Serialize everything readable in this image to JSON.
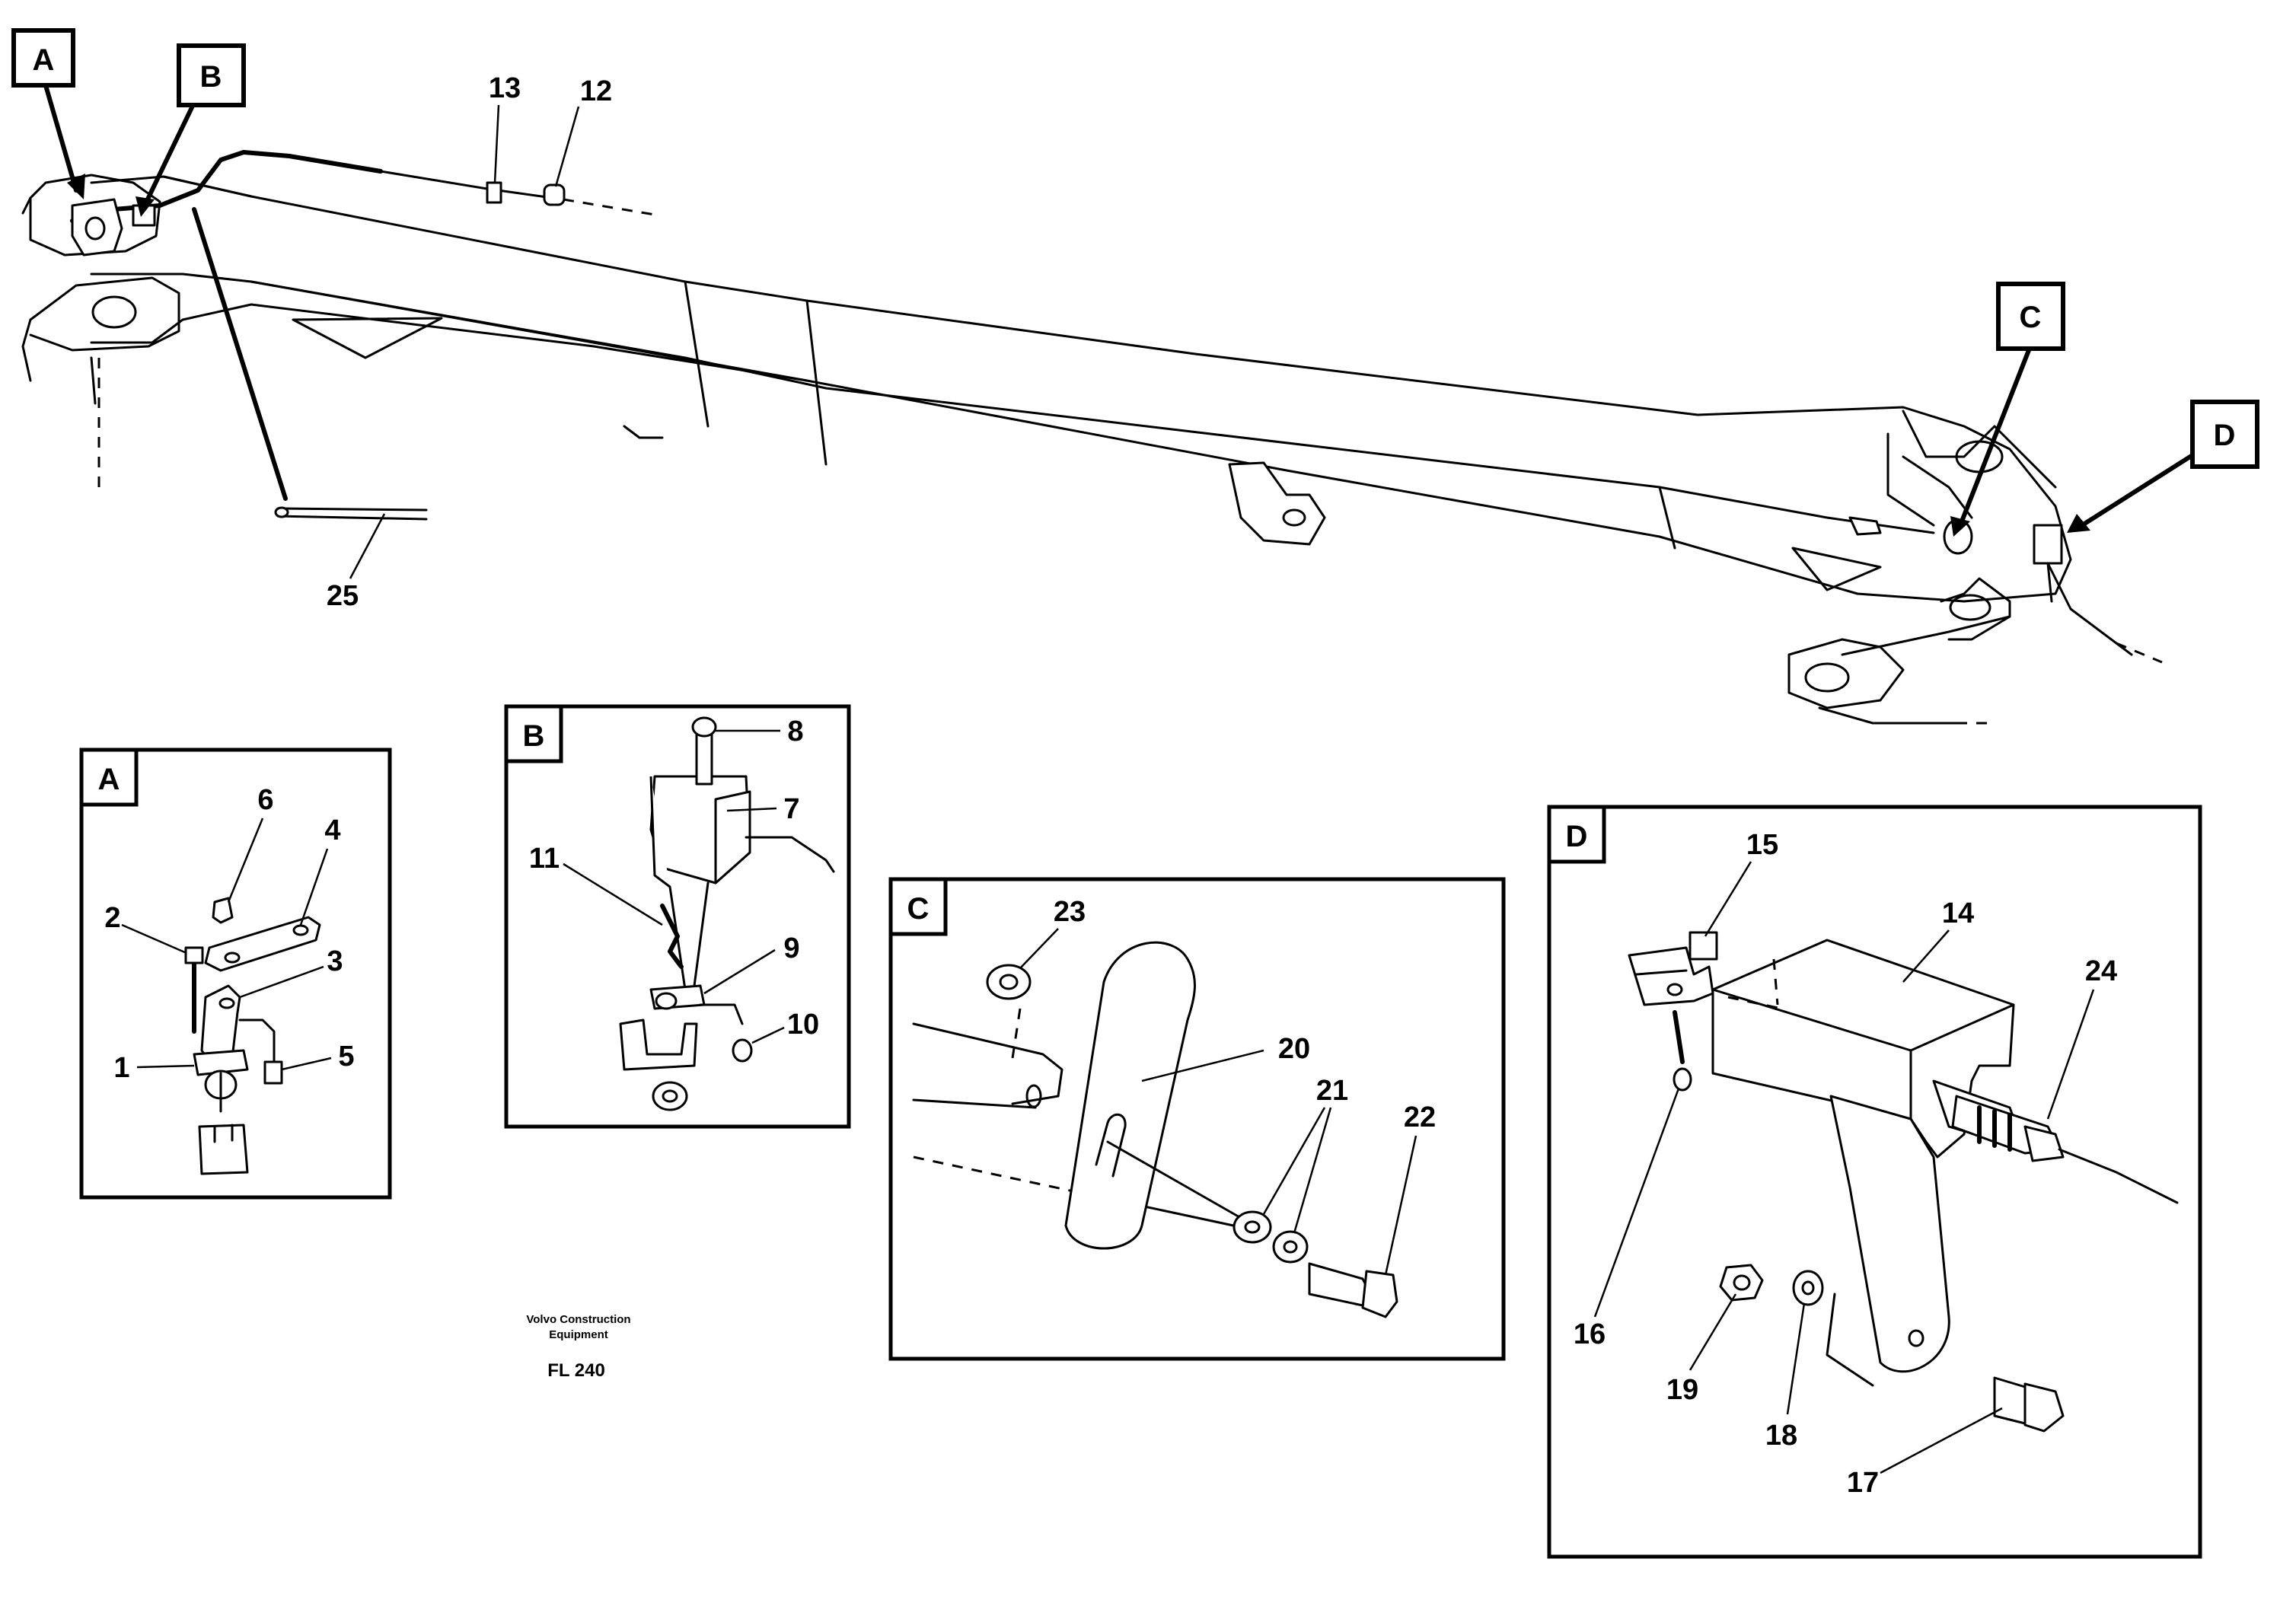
{
  "callout_tags": [
    "A",
    "B",
    "C",
    "D"
  ],
  "detail_views": {
    "A": {
      "title": "A",
      "parts": [
        "6",
        "4",
        "2",
        "3",
        "1",
        "5"
      ]
    },
    "B": {
      "title": "B",
      "parts": [
        "8",
        "7",
        "11",
        "9",
        "10"
      ]
    },
    "C": {
      "title": "C",
      "parts": [
        "23",
        "20",
        "21",
        "22"
      ]
    },
    "D": {
      "title": "D",
      "parts": [
        "15",
        "14",
        "24",
        "16",
        "19",
        "18",
        "17"
      ]
    }
  },
  "main_view_parts": [
    "13",
    "12",
    "25"
  ],
  "credit": {
    "line1": "Volvo Construction",
    "line2": "Equipment",
    "code": "FL 240"
  },
  "icons": {
    "boom": "boom-arm-illustration",
    "bracket": "bracket-illustration",
    "sensor": "proximity-sensor-illustration",
    "bolt": "hex-bolt-illustration",
    "washer": "washer-illustration",
    "nut": "hex-nut-illustration"
  }
}
